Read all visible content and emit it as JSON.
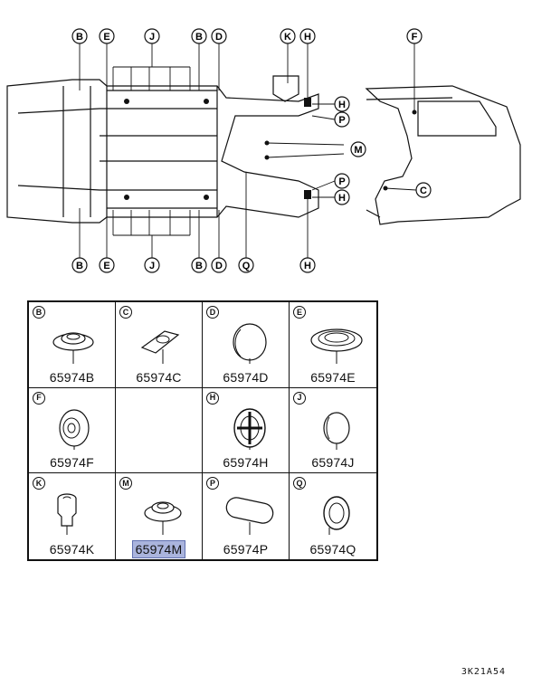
{
  "callouts": {
    "B": "B",
    "C": "C",
    "D": "D",
    "E": "E",
    "F": "F",
    "H": "H",
    "J": "J",
    "K": "K",
    "M": "M",
    "P": "P",
    "Q": "Q"
  },
  "parts": [
    {
      "letter": "B",
      "part_number": "65974B",
      "shape": "grommet-flat",
      "highlighted": false
    },
    {
      "letter": "C",
      "part_number": "65974C",
      "shape": "grommet-angled",
      "highlighted": false
    },
    {
      "letter": "D",
      "part_number": "65974D",
      "shape": "plug-dome",
      "highlighted": false
    },
    {
      "letter": "E",
      "part_number": "65974E",
      "shape": "grommet-oval-large",
      "highlighted": false
    },
    {
      "letter": "F",
      "part_number": "65974F",
      "shape": "plug-cup",
      "highlighted": false
    },
    {
      "letter": "",
      "part_number": "",
      "shape": "empty",
      "highlighted": false
    },
    {
      "letter": "H",
      "part_number": "65974H",
      "shape": "plug-cross",
      "highlighted": false
    },
    {
      "letter": "J",
      "part_number": "65974J",
      "shape": "plug-small",
      "highlighted": false
    },
    {
      "letter": "K",
      "part_number": "65974K",
      "shape": "clip-push",
      "highlighted": false
    },
    {
      "letter": "M",
      "part_number": "65974M",
      "shape": "grommet-flat-small",
      "highlighted": true
    },
    {
      "letter": "P",
      "part_number": "65974P",
      "shape": "plug-oblong",
      "highlighted": false
    },
    {
      "letter": "Q",
      "part_number": "65974Q",
      "shape": "grommet-ring",
      "highlighted": false
    }
  ],
  "diagram_code": "3K21A54",
  "highlight_color": "#aab4dd"
}
